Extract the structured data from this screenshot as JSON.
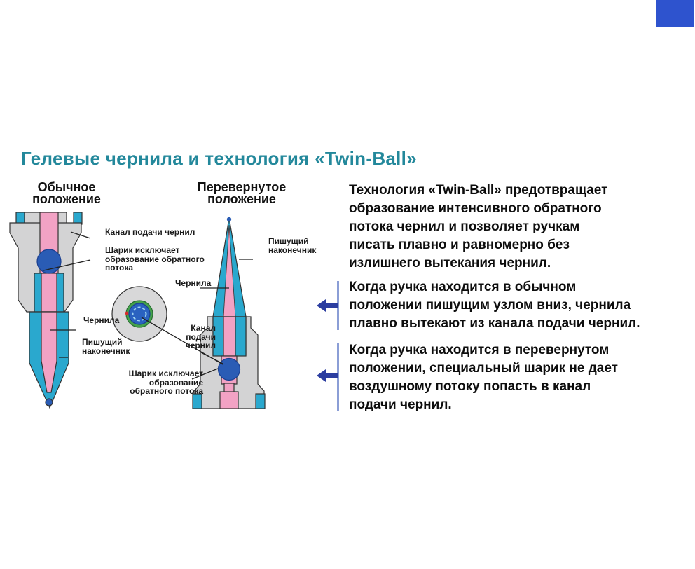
{
  "title": "Гелевые чернила и технология «Twin-Ball»",
  "colors": {
    "title_teal": "#23889B",
    "corner_blue": "#2E53CE",
    "arrow_navy": "#2B3DA0",
    "callout_line_blue": "#8B9ED6",
    "pen_pink": "#F2A2C4",
    "pen_cyan": "#2AA8CE",
    "pen_gray": "#D3D3D4",
    "ball_blue": "#2A5CB5",
    "ring_green": "#44A34C"
  },
  "diagram": {
    "headers": {
      "normal": "Обычное\nположение",
      "inverted": "Перевернутое\nположение"
    },
    "labels": {
      "ink_channel_top": "Канал подачи чернил",
      "ball_prevents_left": "Шарик исключает\nобразование обратного\nпотока",
      "ink_mid": "Чернила",
      "writing_tip_right": "Пишущий\nнаконечник",
      "ink_left": "Чернила",
      "writing_tip_left": "Пишущий\nнаконечник",
      "ink_channel_right": "Канал\nподачи\nчернил",
      "ball_prevents_bottom": "Шарик исключает\nобразование\nобратного потока"
    }
  },
  "content": {
    "intro": "Технология «Twin-Ball» предотвращает\nобразование интенсивного обратного\nпотока чернил и позволяет ручкам\nписать плавно и равномерно без\nизлишнего вытекания чернил.",
    "callouts": [
      {
        "text": "Когда ручка находится в обычном\nположении пишущим узлом вниз, чернила\nплавно вытекают из канала подачи чернил."
      },
      {
        "text": "Когда ручка находится в перевернутом\nположении, специальный шарик не дает\nвоздушному потоку попасть в канал\nподачи чернил."
      }
    ]
  }
}
